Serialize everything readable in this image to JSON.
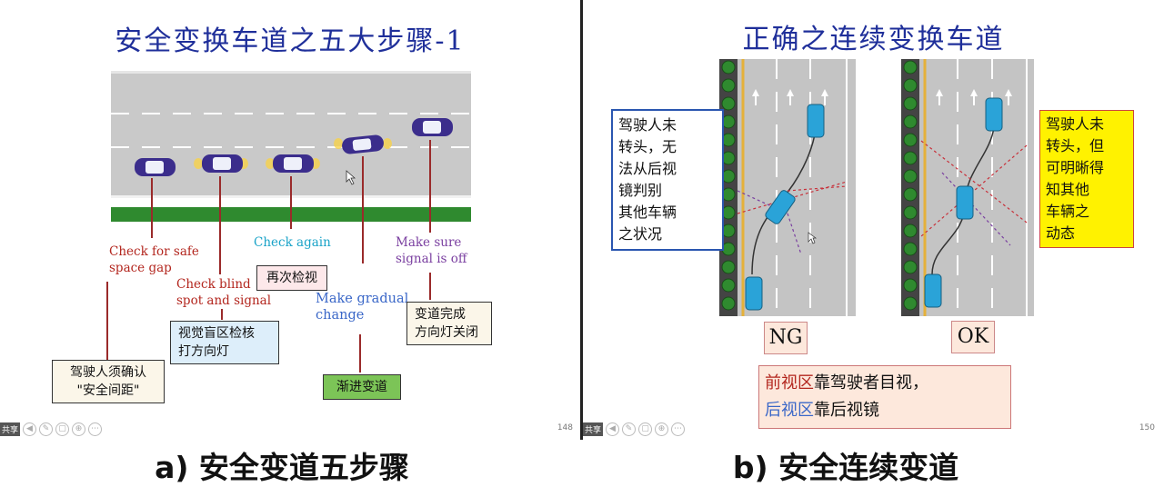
{
  "slide_a": {
    "title": "安全变换车道之五大步骤-1",
    "labels": {
      "check_space_1": "Check for safe",
      "check_space_2": "space gap",
      "check_blind_1": "Check blind",
      "check_blind_2": "spot and signal",
      "check_again": "Check again",
      "gradual_1": "Make gradual",
      "gradual_2": "change",
      "signal_off_1": "Make sure",
      "signal_off_2": "signal is off"
    },
    "boxes": {
      "confirm_gap_1": "驾驶人须确认",
      "confirm_gap_2": "\"安全间距\"",
      "blind_check_1": "视觉盲区检核",
      "blind_check_2": "打方向灯",
      "check_again": "再次检视",
      "gradual": "渐进变道",
      "lane_done_1": "变道完成",
      "lane_done_2": "方向灯关闭"
    },
    "share_label": "共享",
    "page_number": "148"
  },
  "slide_b": {
    "title": "正确之连续变换车道",
    "left_note": [
      "驾驶人未",
      "转头，无",
      "法从后视",
      "镜判别",
      "其他车辆",
      "之状况"
    ],
    "right_note": [
      "驾驶人未",
      "转头，但",
      "可明晰得",
      "知其他",
      "车辆之",
      "动态"
    ],
    "ng_label": "NG",
    "ok_label": "OK",
    "bottom_note": {
      "front_zone": "前视区",
      "front_rest": "靠驾驶者目视，",
      "rear_zone": "后视区",
      "rear_rest": "靠后视镜"
    },
    "share_label": "共享",
    "page_number": "150"
  },
  "captions": {
    "a": "a) 安全变道五步骤",
    "b": "b) 安全连续变道"
  },
  "colors": {
    "title_blue": "#1f2f9a",
    "label_red": "#b3261e",
    "label_cyan": "#1aa3c8",
    "label_blue": "#3a67c8",
    "label_purple": "#7a3fa0",
    "car_blue": "#2aa3d8",
    "car_navy": "#3b2d8c",
    "road_gray": "#c9c9c9",
    "grass_green": "#2f8a2f",
    "note_yellow": "#fff200"
  },
  "icons": [
    "cursor-icon",
    "back-icon",
    "pen-icon",
    "copy-icon",
    "zoom-icon",
    "more-icon"
  ]
}
